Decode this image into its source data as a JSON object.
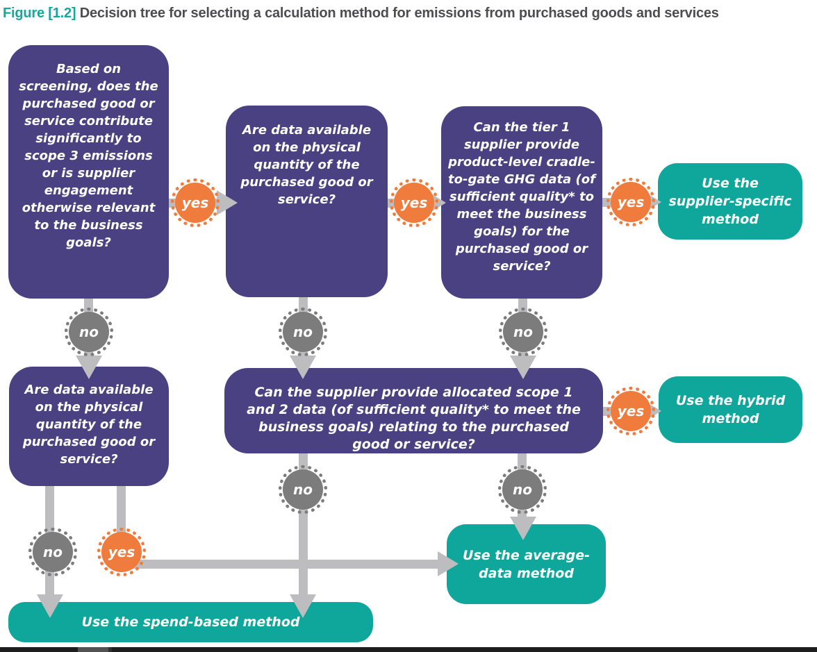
{
  "title": {
    "figure_label": "Figure [1.2]",
    "text": " Decision tree for selecting a calculation method for emissions from purchased goods and services"
  },
  "boxes": {
    "screening": "Based on screening, does the purchased good or service contribute significantly to scope 3 emissions or is supplier engagement otherwise relevant to the business goals?",
    "physical_quantity_top": "Are data available on the physical quantity of the purchased good or service?",
    "tier1_product_data": "Can the tier 1 supplier provide product-level cradle-to-gate GHG data (of sufficient quality* to meet the business goals) for the purchased good or service?",
    "physical_quantity_left": "Are data available on the physical quantity of the purchased good or service?",
    "allocated_scope_1_2": "Can the supplier provide allocated scope 1 and 2 data (of sufficient quality* to meet the business goals) relating to the purchased good or service?"
  },
  "results": {
    "supplier_specific": "Use the supplier-specific method",
    "hybrid": "Use the hybrid method",
    "average_data": "Use the average-data method",
    "spend_based": "Use the spend-based method"
  },
  "labels": {
    "yes": "yes",
    "no": "no"
  },
  "colors": {
    "question_box": "#4a4182",
    "result_box": "#0fa79c",
    "yes_badge": "#ef7b3d",
    "no_badge": "#7c7c7c",
    "connector": "#bdbdc0",
    "title_accent": "#14a79d",
    "title_text": "#4d4d50",
    "bottom_bar": "#1e1e1e"
  }
}
